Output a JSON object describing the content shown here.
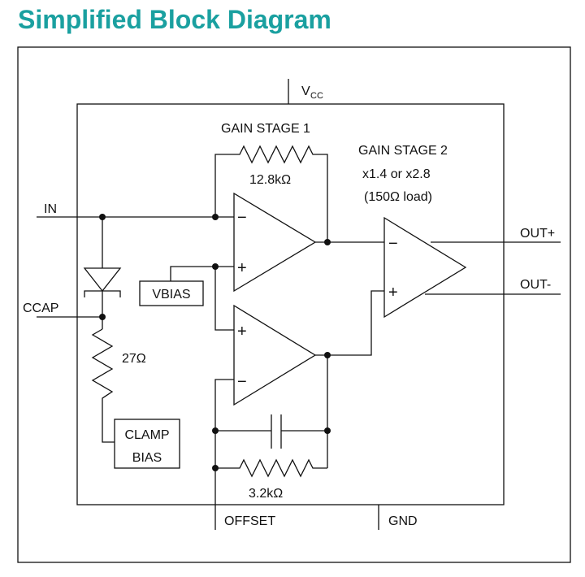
{
  "title": "Simplified Block Diagram",
  "labels": {
    "vcc_main": "V",
    "vcc_sub": "CC",
    "gain_stage_1": "GAIN STAGE 1",
    "r_feedback_1": "12.8kΩ",
    "gain_stage_2": "GAIN STAGE 2",
    "gain_value": "x1.4 or x2.8",
    "gain_load": "(150Ω load)",
    "in": "IN",
    "ccap": "CCAP",
    "vbias": "VBIAS",
    "r_clamp": "27Ω",
    "clamp_line1": "CLAMP",
    "clamp_line2": "BIAS",
    "r_offset": "3.2kΩ",
    "offset": "OFFSET",
    "gnd": "GND",
    "out_plus": "OUT+",
    "out_minus": "OUT-",
    "minus": "−",
    "plus": "+"
  }
}
